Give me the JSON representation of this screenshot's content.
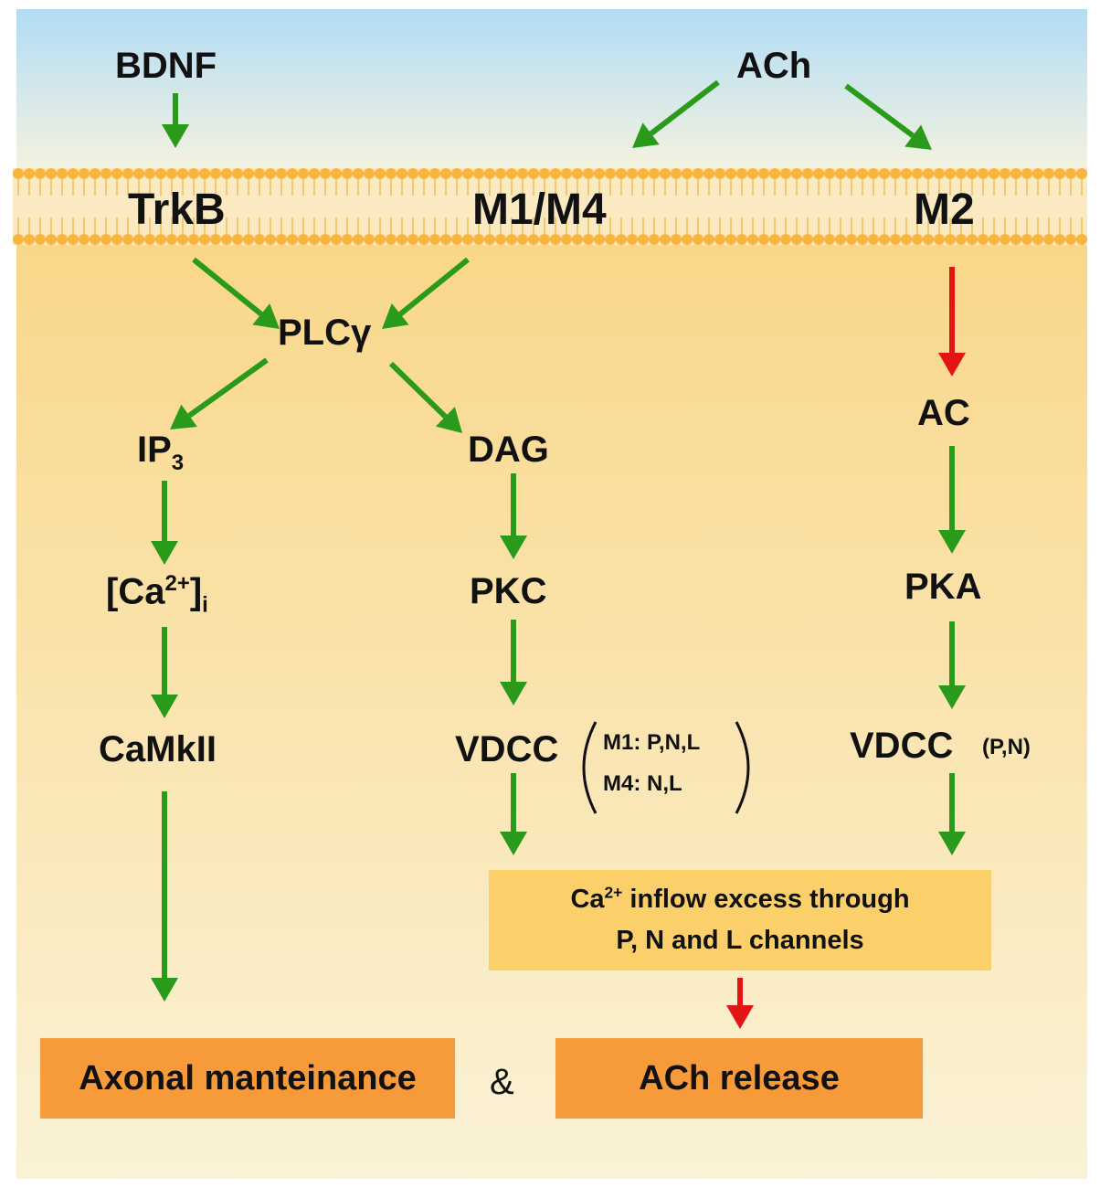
{
  "colors": {
    "extracellular_top": "#b2dcf5",
    "extracellular_bottom": "#f6f3df",
    "membrane_bead": "#f7b43e",
    "cytoplasm_top": "#f9d78a",
    "cytoplasm_bottom": "#faf2d6",
    "activation_arrow": "#2a9a1a",
    "inhibition_arrow": "#e31414",
    "outcome_box": "#f79a3a",
    "inflow_box": "#fbcf6a"
  },
  "ligands": {
    "bdnf": "BDNF",
    "ach": "ACh"
  },
  "receptors": {
    "trkb": "TrkB",
    "m1m4": "M1/M4",
    "m2": "M2"
  },
  "pathway": {
    "plc": "PLCγ",
    "ip3_main": "IP",
    "ip3_sub": "3",
    "dag": "DAG",
    "ca_open": "[Ca",
    "ca_sup": "2+",
    "ca_close": "]",
    "ca_sub": "i",
    "camk": "CaMkII",
    "pkc": "PKC",
    "vdcc_m": "VDCC",
    "m1_channels": "M1: P,N,L",
    "m4_channels": "M4: N,L",
    "ac": "AC",
    "pka": "PKA",
    "vdcc_m2": "VDCC",
    "vdcc_m2_channels": "(P,N)"
  },
  "inflow_box": {
    "line1_ca": "Ca",
    "line1_sup": "2+",
    "line1_rest": " inflow excess through",
    "line2": "P, N and L channels"
  },
  "outcomes": {
    "axonal": "Axonal manteinance",
    "ampersand": "&",
    "ach_release": "ACh release"
  }
}
